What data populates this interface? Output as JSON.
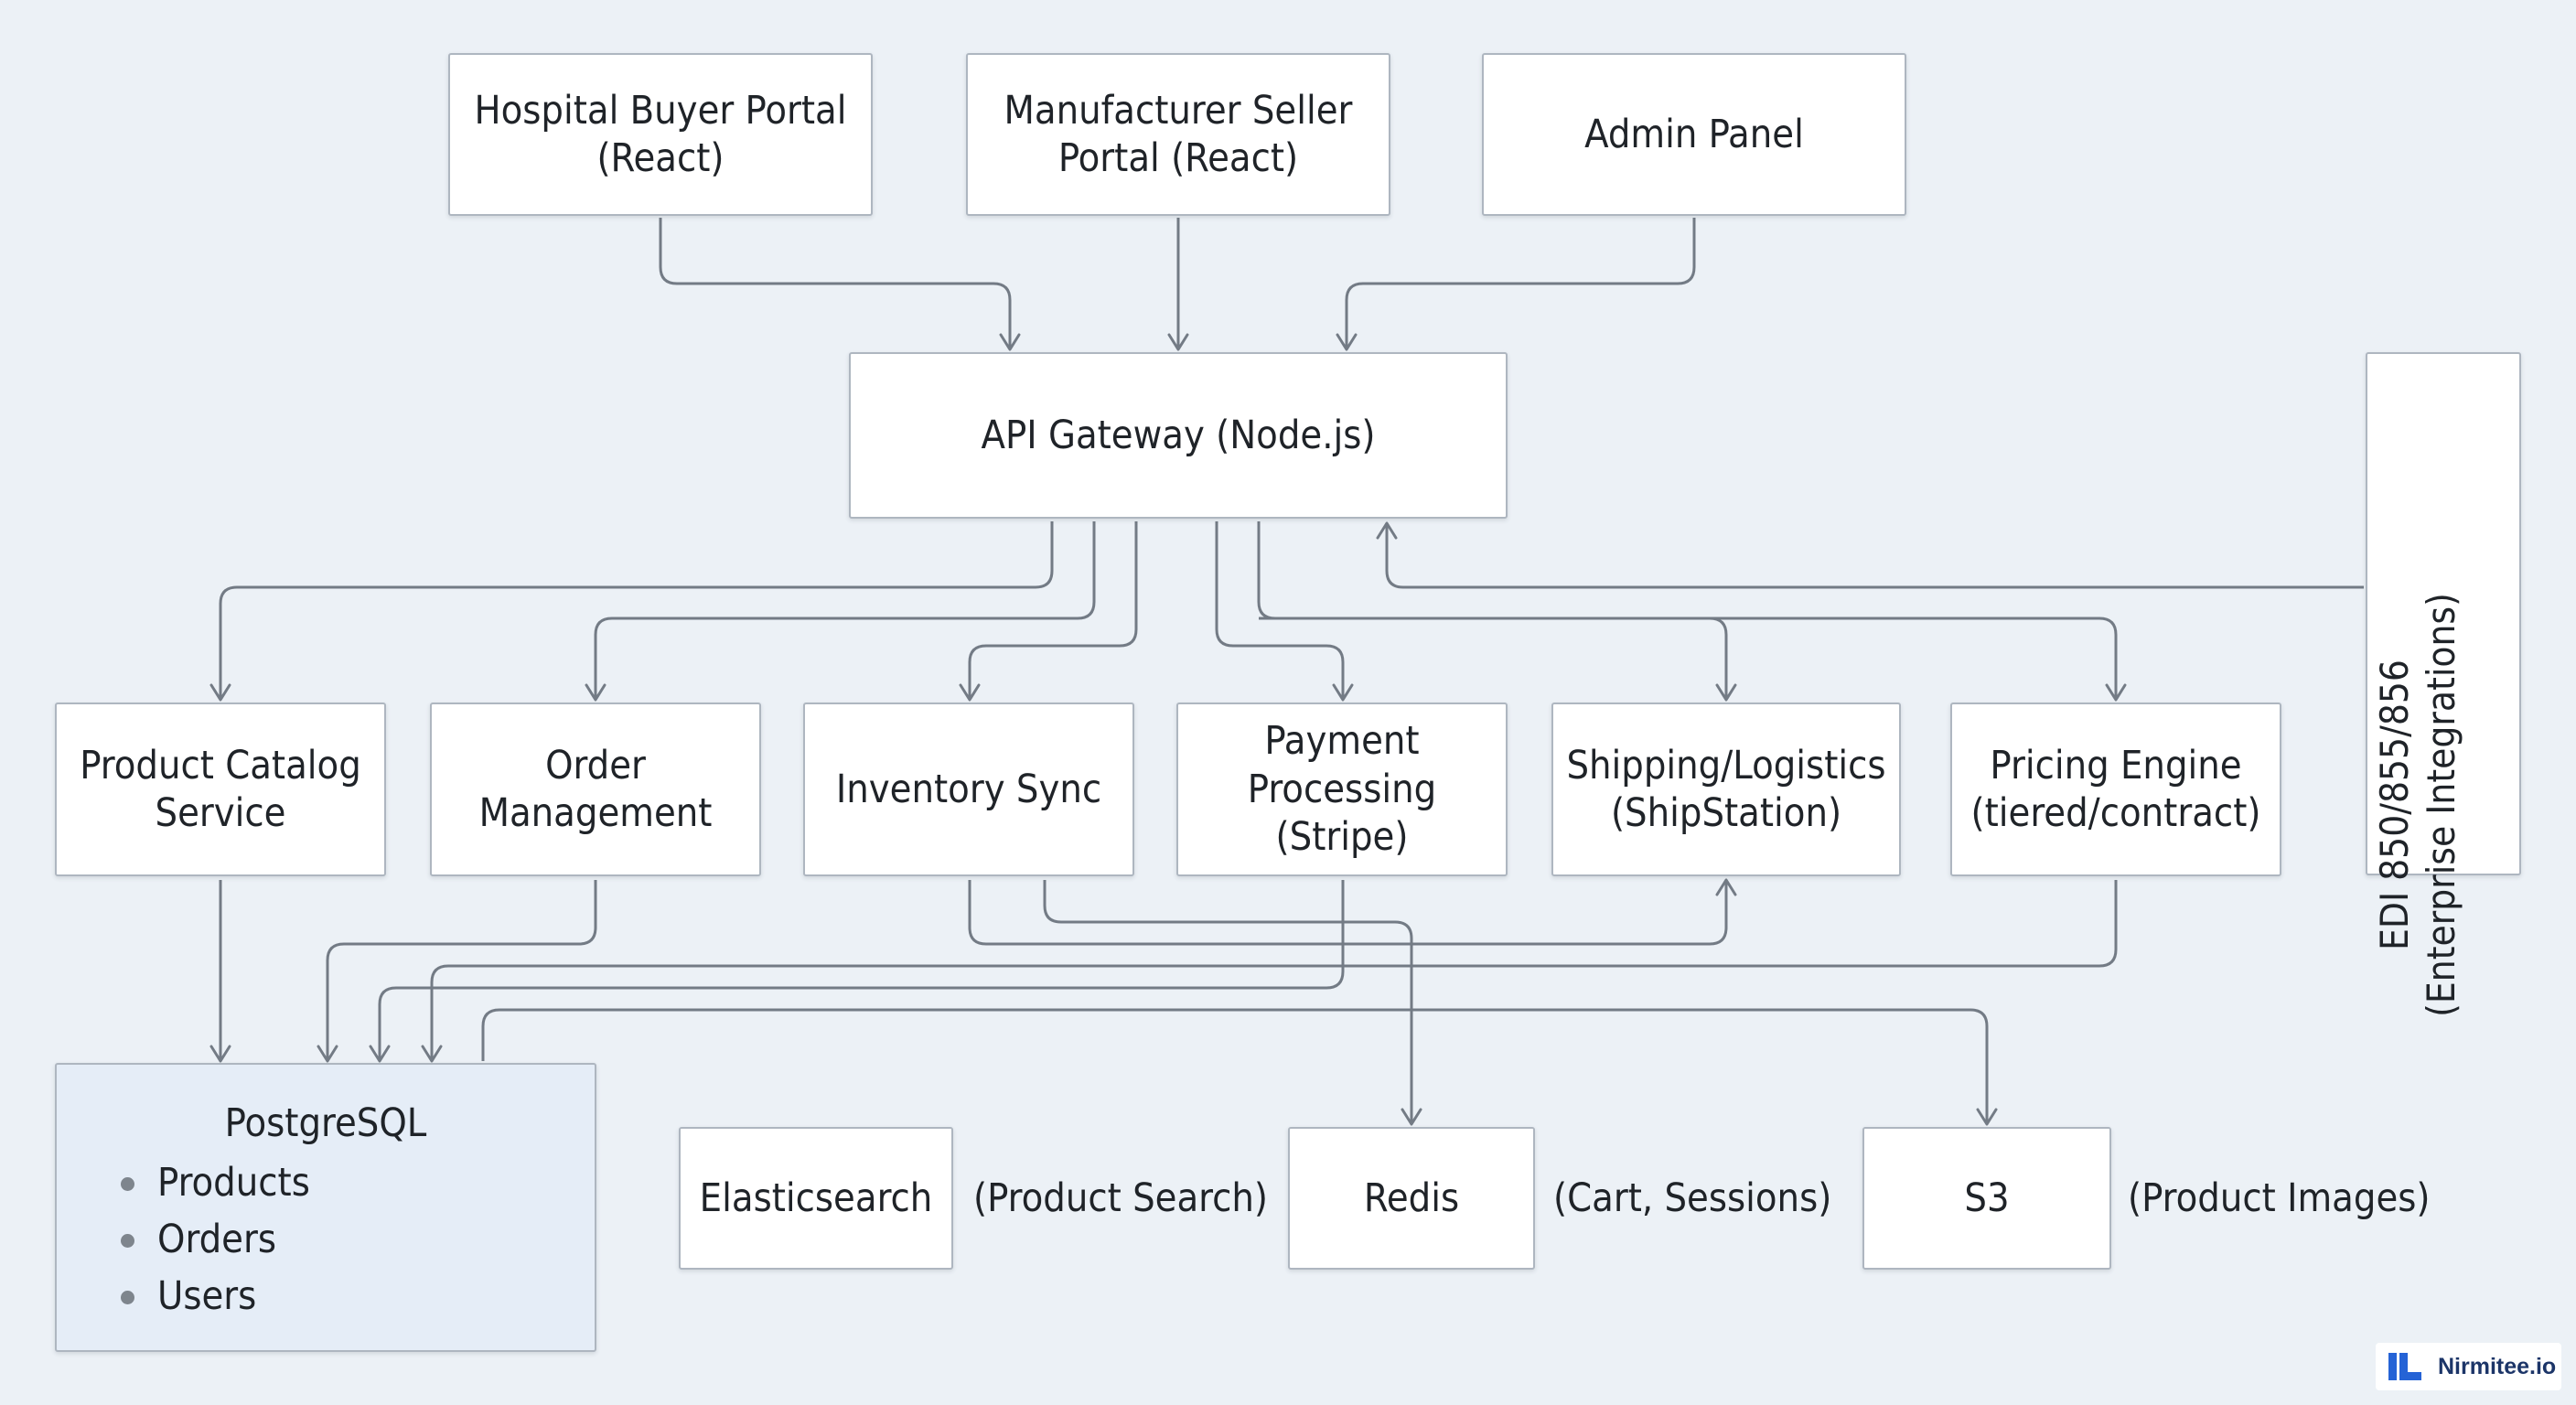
{
  "clients": {
    "buyer": [
      "Hospital Buyer Portal",
      "(React)"
    ],
    "seller": [
      "Manufacturer Seller",
      "Portal (React)"
    ],
    "admin": [
      "Admin Panel"
    ]
  },
  "gateway": {
    "label": "API Gateway (Node.js)"
  },
  "edi": [
    "EDI 850/855/856",
    "(Enterprise Integrations)"
  ],
  "services": {
    "catalog": [
      "Product Catalog",
      "Service"
    ],
    "orders": [
      "Order",
      "Management"
    ],
    "inventory": [
      "Inventory Sync"
    ],
    "payment": [
      "Payment",
      "Processing",
      "(Stripe)"
    ],
    "shipping": [
      "Shipping/Logistics",
      "(ShipStation)"
    ],
    "pricing": [
      "Pricing Engine",
      "(tiered/contract)"
    ]
  },
  "stores": {
    "postgres": {
      "title": "PostgreSQL",
      "items": [
        "Products",
        "Orders",
        "Users"
      ]
    },
    "elasticsearch": {
      "label": "Elasticsearch",
      "note": "(Product Search)"
    },
    "redis": {
      "label": "Redis",
      "note": "(Cart, Sessions)"
    },
    "s3": {
      "label": "S3",
      "note": "(Product Images)"
    }
  },
  "brand": {
    "name": "Nirmitee.io"
  },
  "colors": {
    "background": "#ecf1f6",
    "connector": "#737b85",
    "db_fill": "#e5edf7",
    "box_border": "#aeb6c0",
    "brand": "#1c3568",
    "brand_mark": "#2563d6"
  }
}
